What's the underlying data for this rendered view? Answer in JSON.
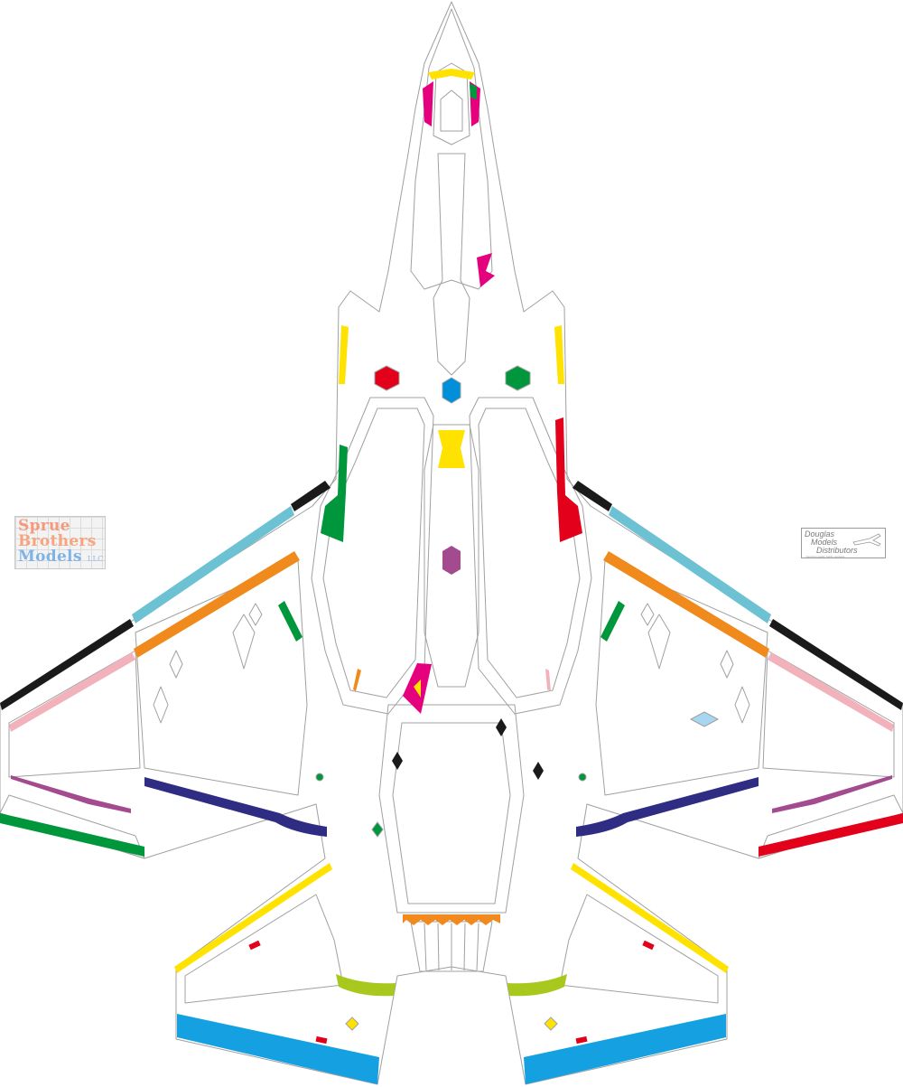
{
  "logos": {
    "left": {
      "line1": "Sprue",
      "line2": "Brothers",
      "line3": "Models",
      "suffix": "LLC"
    },
    "right": {
      "line1": "Douglas",
      "line2": "Models",
      "line3": "Distributors",
      "tagline": "Importing quality hobby products"
    }
  },
  "mask_colors": {
    "yellow": "#ffe200",
    "magenta": "#e5007e",
    "green": "#00963c",
    "red": "#e3001b",
    "blue": "#0090d9",
    "purple": "#a34b8e",
    "cyan": "#6cc2d3",
    "orange": "#f08a1c",
    "black": "#1a1a1a",
    "pink": "#f2b2bc",
    "navy": "#2f2c83",
    "lime": "#a8c81e",
    "sky": "#15a0e2",
    "lightblue": "#a7d7f0",
    "outline": "#a0a0a0"
  }
}
